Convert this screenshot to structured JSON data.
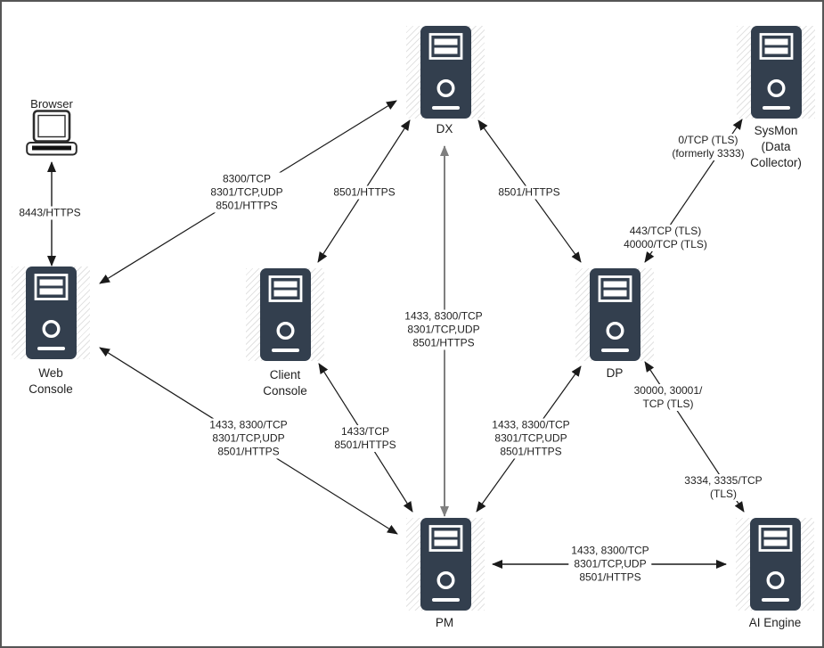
{
  "diagram": {
    "type": "network-port-diagram",
    "colors": {
      "server_fill": "#333F4E",
      "line": "#1a1a1a",
      "gray_line": "#7f7f7f",
      "text": "#1f1f1f"
    },
    "nodes": [
      {
        "id": "browser",
        "icon": "laptop-icon",
        "label": "Browser"
      },
      {
        "id": "dx",
        "icon": "server-icon",
        "label": "DX"
      },
      {
        "id": "sysmon",
        "icon": "server-icon",
        "label": "SysMon\n(Data\nCollector)"
      },
      {
        "id": "web-console",
        "icon": "server-icon",
        "label": "Web\nConsole"
      },
      {
        "id": "client-console",
        "icon": "server-icon",
        "label": "Client\nConsole"
      },
      {
        "id": "dp",
        "icon": "server-icon",
        "label": "DP"
      },
      {
        "id": "pm",
        "icon": "server-icon",
        "label": "PM"
      },
      {
        "id": "ai-engine",
        "icon": "server-icon",
        "label": "AI Engine"
      }
    ],
    "edges": [
      {
        "from": "browser",
        "to": "web-console",
        "arrows": "both",
        "label": "8443/HTTPS"
      },
      {
        "from": "web-console",
        "to": "dx",
        "arrows": "both",
        "label": "8300/TCP\n8301/TCP,UDP\n8501/HTTPS"
      },
      {
        "from": "client-console",
        "to": "dx",
        "arrows": "both",
        "label": "8501/HTTPS"
      },
      {
        "from": "dx",
        "to": "dp",
        "arrows": "both",
        "label": "8501/HTTPS"
      },
      {
        "from": "dx",
        "to": "pm",
        "arrows": "both",
        "label": "1433, 8300/TCP\n8301/TCP,UDP\n8501/HTTPS"
      },
      {
        "from": "web-console",
        "to": "pm",
        "arrows": "both",
        "label": "1433, 8300/TCP\n8301/TCP,UDP\n8501/HTTPS"
      },
      {
        "from": "client-console",
        "to": "pm",
        "arrows": "both",
        "label": "1433/TCP\n8501/HTTPS"
      },
      {
        "from": "dp",
        "to": "pm",
        "arrows": "both",
        "label": "1433, 8300/TCP\n8301/TCP,UDP\n8501/HTTPS"
      },
      {
        "from": "dp",
        "to": "sysmon",
        "arrows": "both",
        "label": "0/TCP (TLS)\n(formerly 3333)",
        "label2": "443/TCP (TLS)\n40000/TCP (TLS)"
      },
      {
        "from": "dp",
        "to": "ai-engine",
        "arrows": "both",
        "label": "30000, 30001/\nTCP (TLS)",
        "label2": "3334, 3335/TCP\n(TLS)"
      },
      {
        "from": "pm",
        "to": "ai-engine",
        "arrows": "both",
        "label": "1433, 8300/TCP\n8301/TCP,UDP\n8501/HTTPS"
      }
    ]
  }
}
